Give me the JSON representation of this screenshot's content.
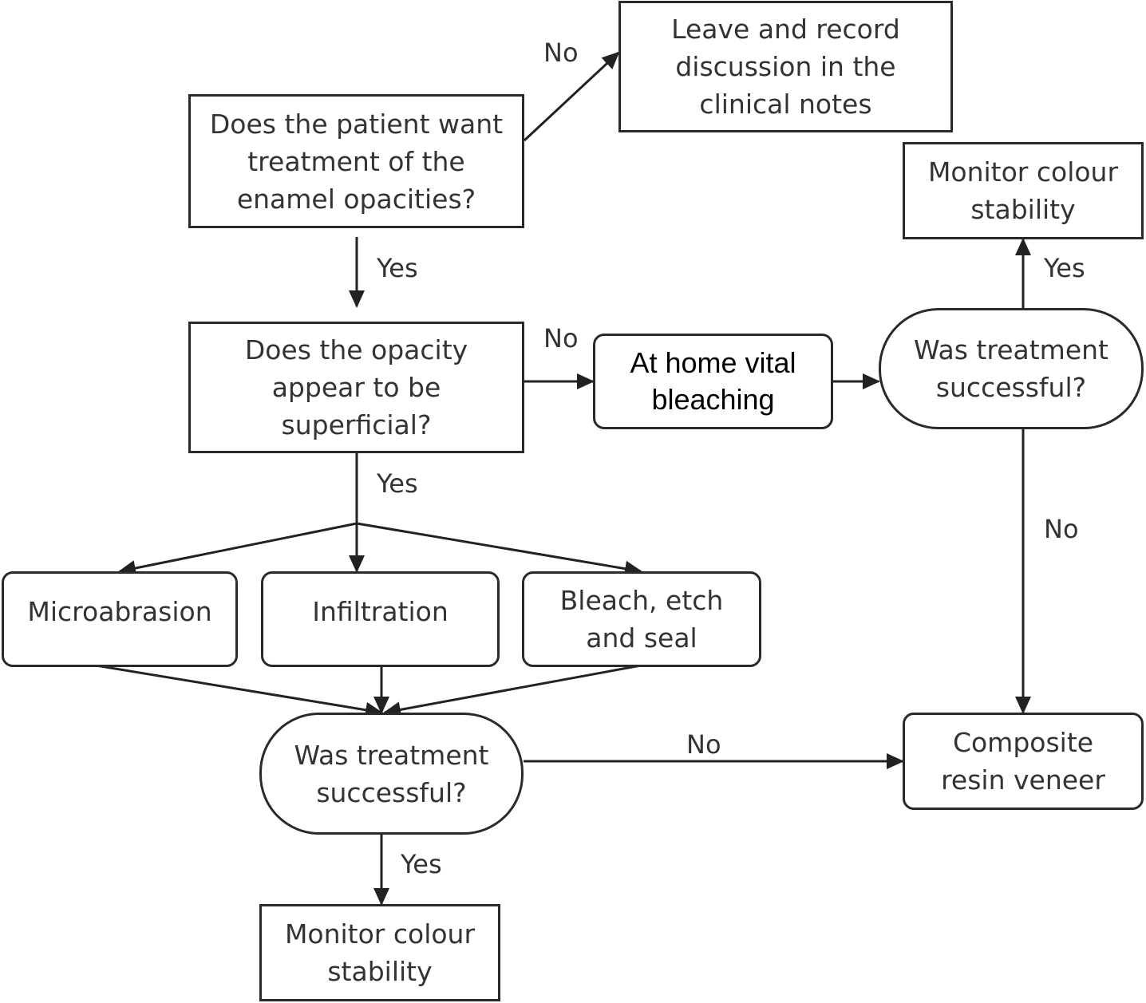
{
  "nodes": {
    "q_want_treatment": "Does the patient want\ntreatment of the\nenamel opacities?",
    "leave_record": "Leave and record\ndiscussion in the\nclinical notes",
    "monitor_top": "Monitor colour\nstability",
    "q_superficial": "Does the opacity\nappear to be\nsuperficial?",
    "home_bleaching": "At home vital\nbleaching",
    "q_success_right": "Was treatment\nsuccessful?",
    "microabrasion": "Microabrasion",
    "infiltration": "Infiltration",
    "bleach_etch_seal": "Bleach, etch\nand seal",
    "q_success_bottom": "Was treatment\nsuccessful?",
    "composite_veneer": "Composite\nresin veneer",
    "monitor_bottom": "Monitor colour\nstability"
  },
  "edges": {
    "want_no": "No",
    "want_yes": "Yes",
    "superficial_no": "No",
    "superficial_yes": "Yes",
    "right_success_yes": "Yes",
    "right_success_no": "No",
    "bottom_success_no": "No",
    "bottom_success_yes": "Yes"
  }
}
